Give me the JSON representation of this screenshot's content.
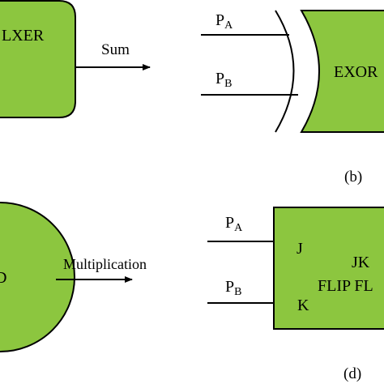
{
  "colors": {
    "fill": "#8CC63F",
    "stroke": "#000000",
    "background": "#FFFFFF"
  },
  "panel_a": {
    "block_label": "LXER",
    "output_label": "Sum"
  },
  "panel_b": {
    "input_a": {
      "base": "P",
      "sub": "A"
    },
    "input_b": {
      "base": "P",
      "sub": "B"
    },
    "gate_label": "EXOR",
    "caption": "(b)"
  },
  "panel_c": {
    "block_label": "D",
    "output_label": "Multiplication"
  },
  "panel_d": {
    "input_a": {
      "base": "P",
      "sub": "A"
    },
    "input_b": {
      "base": "P",
      "sub": "B"
    },
    "pin_j": "J",
    "pin_k": "K",
    "type_label": "JK",
    "name_label": "FLIP FL",
    "caption": "(d)"
  }
}
